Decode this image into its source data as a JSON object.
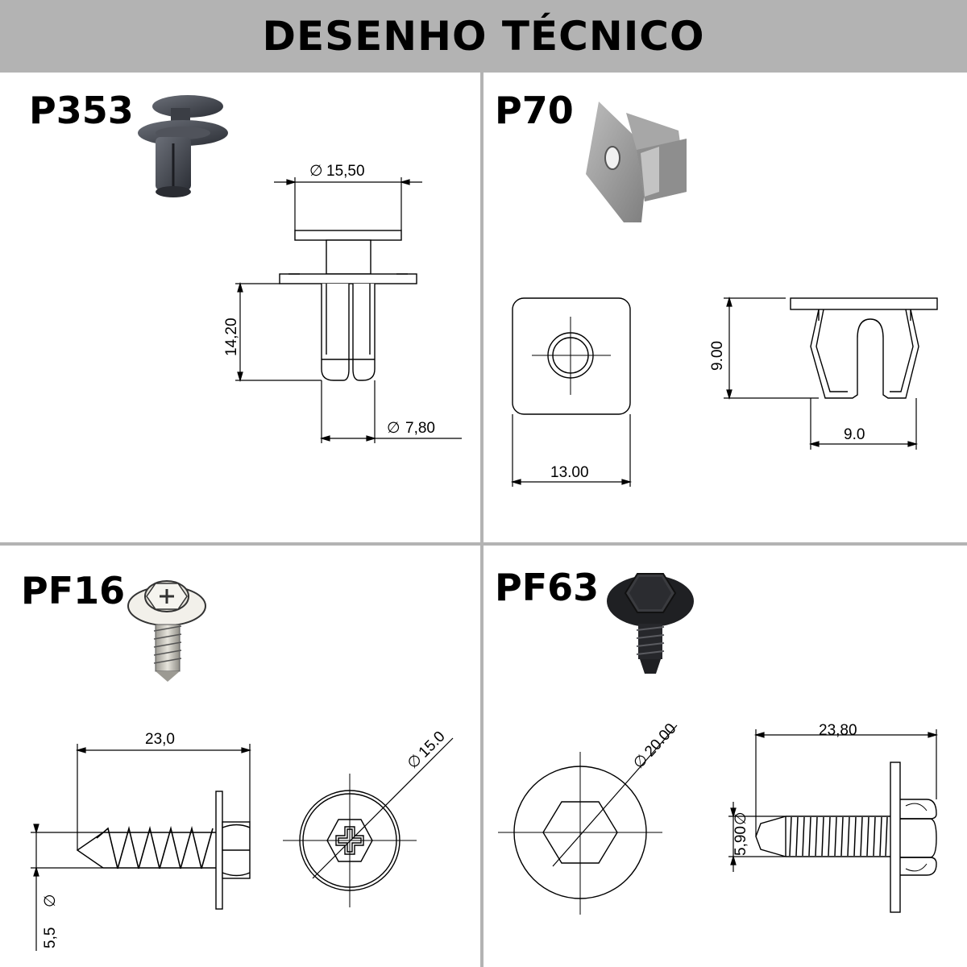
{
  "header": {
    "title": "DESENHO TÉCNICO"
  },
  "parts": {
    "p353": {
      "code": "P353",
      "dim_head_diameter": "15,50",
      "dim_length": "14,20",
      "dim_shaft_diameter": "7,80"
    },
    "p70": {
      "code": "P70",
      "dim_height": "9.00",
      "dim_inner_width": "9.0",
      "dim_plate_width": "13.00"
    },
    "pf16": {
      "code": "PF16",
      "dim_length": "23,0",
      "dim_washer_diameter": "15.0",
      "dim_thread_diameter": "5,5"
    },
    "pf63": {
      "code": "PF63",
      "dim_washer_diameter": "20.00",
      "dim_length": "23,80",
      "dim_thread_diameter": "5,90"
    }
  },
  "symbols": {
    "diameter": "∅"
  },
  "colors": {
    "header_bg": "#b3b3b3",
    "divider": "#b3b3b3",
    "line": "#000000"
  }
}
